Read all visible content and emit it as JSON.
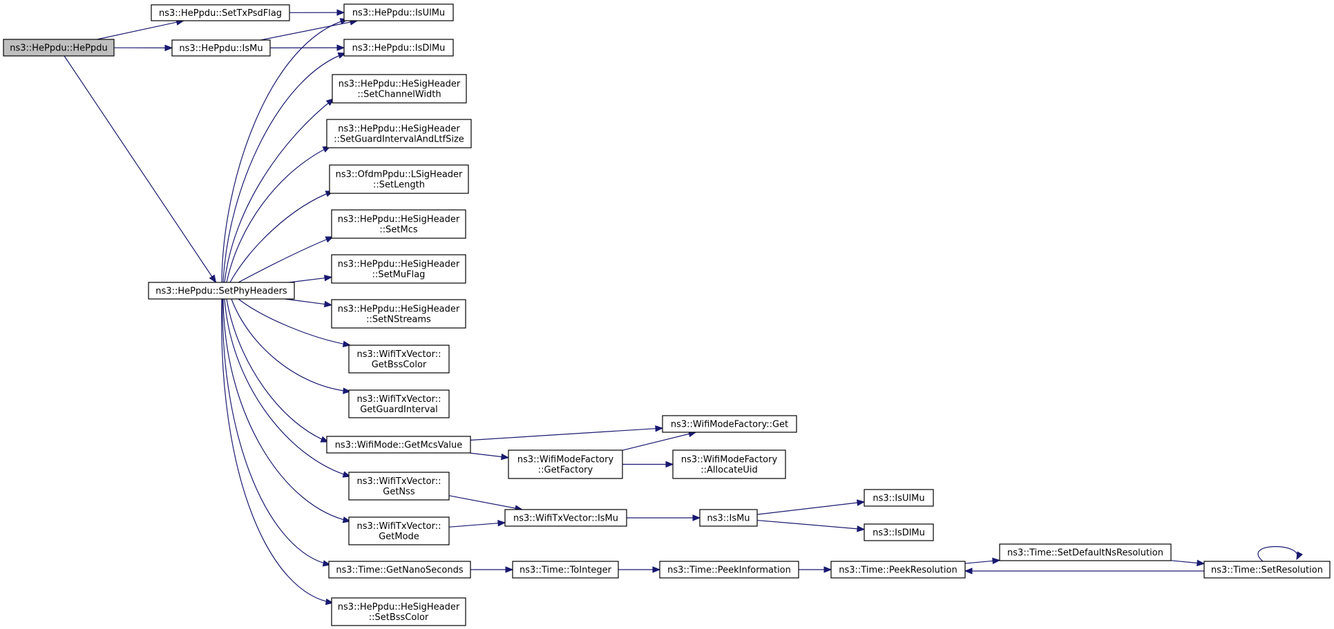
{
  "graph": {
    "type": "call-graph",
    "edge_color": "#191970",
    "root_fill": "#bfbfbf",
    "nodes": [
      {
        "id": "hepdu",
        "lines": [
          "ns3::HePpdu::HePpdu"
        ],
        "root": true
      },
      {
        "id": "settxpsd",
        "lines": [
          "ns3::HePpdu::SetTxPsdFlag"
        ]
      },
      {
        "id": "ismu",
        "lines": [
          "ns3::HePpdu::IsMu"
        ]
      },
      {
        "id": "setphy",
        "lines": [
          "ns3::HePpdu::SetPhyHeaders"
        ]
      },
      {
        "id": "isulmu",
        "lines": [
          "ns3::HePpdu::IsUlMu"
        ]
      },
      {
        "id": "isdlmu",
        "lines": [
          "ns3::HePpdu::IsDlMu"
        ]
      },
      {
        "id": "setcw",
        "lines": [
          "ns3::HePpdu::HeSigHeader",
          "::SetChannelWidth"
        ]
      },
      {
        "id": "setgi",
        "lines": [
          "ns3::HePpdu::HeSigHeader",
          "::SetGuardIntervalAndLtfSize"
        ]
      },
      {
        "id": "setlen",
        "lines": [
          "ns3::OfdmPpdu::LSigHeader",
          "::SetLength"
        ]
      },
      {
        "id": "setmcs",
        "lines": [
          "ns3::HePpdu::HeSigHeader",
          "::SetMcs"
        ]
      },
      {
        "id": "setmuf",
        "lines": [
          "ns3::HePpdu::HeSigHeader",
          "::SetMuFlag"
        ]
      },
      {
        "id": "setns",
        "lines": [
          "ns3::HePpdu::HeSigHeader",
          "::SetNStreams"
        ]
      },
      {
        "id": "getbss",
        "lines": [
          "ns3::WifiTxVector::",
          "GetBssColor"
        ]
      },
      {
        "id": "getgi",
        "lines": [
          "ns3::WifiTxVector::",
          "GetGuardInterval"
        ]
      },
      {
        "id": "getmcsv",
        "lines": [
          "ns3::WifiMode::GetMcsValue"
        ]
      },
      {
        "id": "getnss",
        "lines": [
          "ns3::WifiTxVector::",
          "GetNss"
        ]
      },
      {
        "id": "getmode",
        "lines": [
          "ns3::WifiTxVector::",
          "GetMode"
        ]
      },
      {
        "id": "getns",
        "lines": [
          "ns3::Time::GetNanoSeconds"
        ]
      },
      {
        "id": "setbss",
        "lines": [
          "ns3::HePpdu::HeSigHeader",
          "::SetBssColor"
        ]
      },
      {
        "id": "wmfget",
        "lines": [
          "ns3::WifiModeFactory::Get"
        ]
      },
      {
        "id": "wmfgetf",
        "lines": [
          "ns3::WifiModeFactory",
          "::GetFactory"
        ]
      },
      {
        "id": "wmfalloc",
        "lines": [
          "ns3::WifiModeFactory",
          "::AllocateUid"
        ]
      },
      {
        "id": "wtvismu",
        "lines": [
          "ns3::WifiTxVector::IsMu"
        ]
      },
      {
        "id": "ns3ismu",
        "lines": [
          "ns3::IsMu"
        ]
      },
      {
        "id": "ns3isul",
        "lines": [
          "ns3::IsUlMu"
        ]
      },
      {
        "id": "ns3isdl",
        "lines": [
          "ns3::IsDlMu"
        ]
      },
      {
        "id": "toint",
        "lines": [
          "ns3::Time::ToInteger"
        ]
      },
      {
        "id": "peekinfo",
        "lines": [
          "ns3::Time::PeekInformation"
        ]
      },
      {
        "id": "peekres",
        "lines": [
          "ns3::Time::PeekResolution"
        ]
      },
      {
        "id": "setdefns",
        "lines": [
          "ns3::Time::SetDefaultNsResolution"
        ]
      },
      {
        "id": "setres",
        "lines": [
          "ns3::Time::SetResolution"
        ]
      }
    ],
    "edges": [
      {
        "from": "hepdu",
        "to": "settxpsd"
      },
      {
        "from": "hepdu",
        "to": "ismu"
      },
      {
        "from": "hepdu",
        "to": "setphy"
      },
      {
        "from": "settxpsd",
        "to": "isulmu"
      },
      {
        "from": "ismu",
        "to": "isulmu"
      },
      {
        "from": "ismu",
        "to": "isdlmu"
      },
      {
        "from": "setphy",
        "to": "isulmu"
      },
      {
        "from": "setphy",
        "to": "isdlmu"
      },
      {
        "from": "setphy",
        "to": "setcw"
      },
      {
        "from": "setphy",
        "to": "setgi"
      },
      {
        "from": "setphy",
        "to": "setlen"
      },
      {
        "from": "setphy",
        "to": "setmcs"
      },
      {
        "from": "setphy",
        "to": "setmuf"
      },
      {
        "from": "setphy",
        "to": "setns"
      },
      {
        "from": "setphy",
        "to": "getbss"
      },
      {
        "from": "setphy",
        "to": "getgi"
      },
      {
        "from": "setphy",
        "to": "getmcsv"
      },
      {
        "from": "setphy",
        "to": "getnss"
      },
      {
        "from": "setphy",
        "to": "getmode"
      },
      {
        "from": "setphy",
        "to": "getns"
      },
      {
        "from": "setphy",
        "to": "setbss"
      },
      {
        "from": "getmcsv",
        "to": "wmfget"
      },
      {
        "from": "getmcsv",
        "to": "wmfgetf"
      },
      {
        "from": "wmfgetf",
        "to": "wmfget"
      },
      {
        "from": "wmfgetf",
        "to": "wmfalloc"
      },
      {
        "from": "getnss",
        "to": "wtvismu"
      },
      {
        "from": "getmode",
        "to": "wtvismu"
      },
      {
        "from": "wtvismu",
        "to": "ns3ismu"
      },
      {
        "from": "ns3ismu",
        "to": "ns3isul"
      },
      {
        "from": "ns3ismu",
        "to": "ns3isdl"
      },
      {
        "from": "getns",
        "to": "toint"
      },
      {
        "from": "toint",
        "to": "peekinfo"
      },
      {
        "from": "peekinfo",
        "to": "peekres"
      },
      {
        "from": "peekres",
        "to": "setdefns"
      },
      {
        "from": "setdefns",
        "to": "setres"
      },
      {
        "from": "setres",
        "to": "peekres"
      },
      {
        "from": "setres",
        "to": "setres"
      }
    ]
  }
}
